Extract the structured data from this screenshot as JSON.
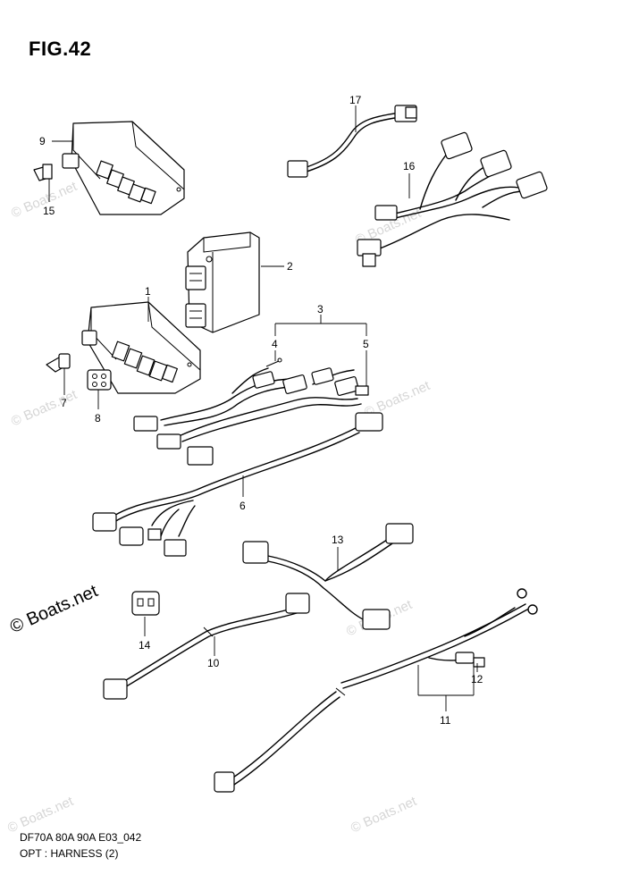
{
  "figure": {
    "title": "FIG.42",
    "code": "DF70A 80A 90A E03_042",
    "subtitle": "OPT : HARNESS (2)"
  },
  "watermark": "© Boats.net",
  "callouts": [
    "1",
    "2",
    "3",
    "4",
    "5",
    "6",
    "7",
    "8",
    "9",
    "10",
    "11",
    "12",
    "13",
    "14",
    "15",
    "16",
    "17"
  ]
}
